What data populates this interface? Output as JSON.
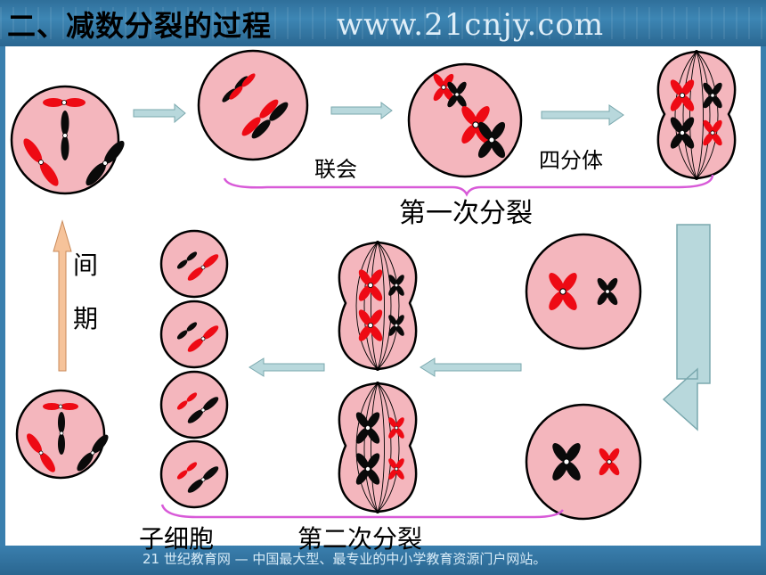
{
  "header": {
    "title": "二、减数分裂的过程",
    "site": "www.21cnjy.com"
  },
  "footer": {
    "text": "21 世纪教育网 — 中国最大型、最专业的中小学教育资源门户网站。"
  },
  "labels": {
    "synapsis": "联会",
    "tetrad": "四分体",
    "first_division": "第一次分裂",
    "interphase_1": "间",
    "interphase_2": "期",
    "daughter_cells": "子细胞",
    "second_division": "第二次分裂"
  },
  "colors": {
    "cell_fill": "#f4b6bd",
    "red_chromosome": "#ee0a14",
    "black_chromosome": "#0a0a0a",
    "arrow": "#b8d8dc",
    "bracket": "#d85ad8",
    "interphase_arrow": "#f6c39a"
  }
}
